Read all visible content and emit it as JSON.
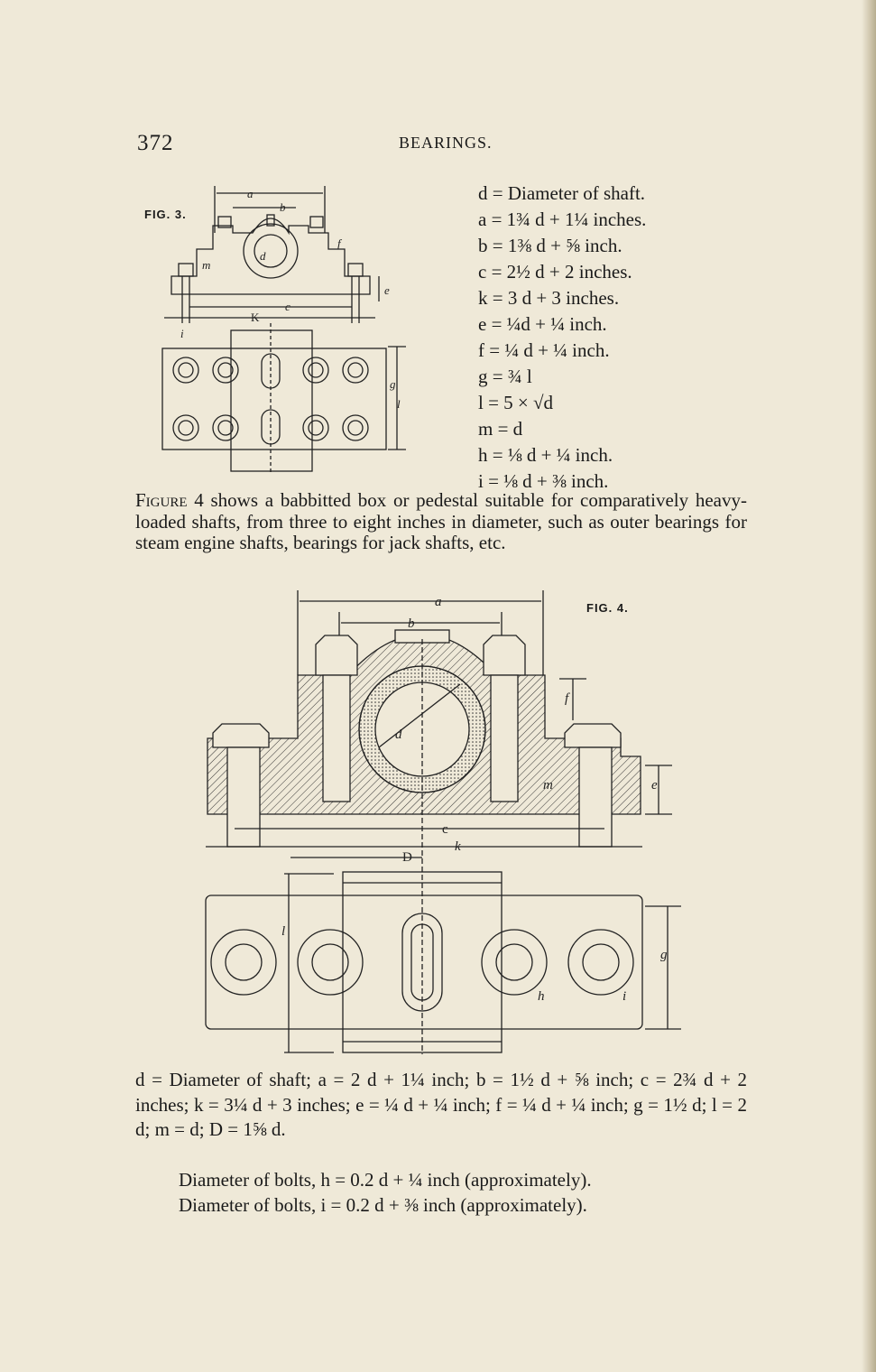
{
  "header": {
    "page_number": "372",
    "running_head": "BEARINGS."
  },
  "figure3": {
    "label": "FIG. 3.",
    "dim_labels": {
      "a": "a",
      "b": "b",
      "c": "c",
      "d": "d",
      "f": "f",
      "m": "m",
      "e": "e",
      "k": "K",
      "i": "i",
      "g": "g",
      "l": "l"
    }
  },
  "formulas3": [
    "d = Diameter of shaft.",
    "a = 1¾ d + 1¼ inches.",
    "b = 1⅜ d + ⅝ inch.",
    "c = 2½ d + 2 inches.",
    "k = 3 d + 3 inches.",
    "e = ¼d + ¼ inch.",
    "f = ¼ d + ¼ inch.",
    "g = ¾ l",
    "l = 5 × √d",
    "m = d",
    "h = ⅛ d + ¼ inch.",
    "i = ⅛ d + ⅜ inch."
  ],
  "paragraph1": {
    "lead": "Figure",
    "text": " 4 shows a babbitted box or pedestal suitable for comparatively heavy-loaded shafts, from three to eight inches in diameter, such as outer bearings for steam engine shafts, bearings for jack shafts, etc."
  },
  "figure4": {
    "label": "FIG. 4.",
    "dim_labels": {
      "a": "a",
      "b": "b",
      "c": "c",
      "d": "d",
      "f": "f",
      "m": "m",
      "e": "e",
      "k": "k",
      "D": "D",
      "h": "h",
      "i": "i",
      "g": "g",
      "l": "l"
    }
  },
  "paragraph2": "d = Diameter of shaft; a = 2 d + 1¼ inch; b = 1½ d + ⅝ inch; c = 2¾ d + 2 inches; k = 3¼ d + 3 inches; e = ¼ d + ¼ inch; f = ¼ d + ¼ inch; g = 1½ d; l = 2 d; m = d; D = 1⅝ d.",
  "notes": [
    "Diameter of bolts, h = 0.2 d + ¼ inch (approximately).",
    "Diameter of bolts, i = 0.2 d + ⅜ inch (approximately)."
  ]
}
